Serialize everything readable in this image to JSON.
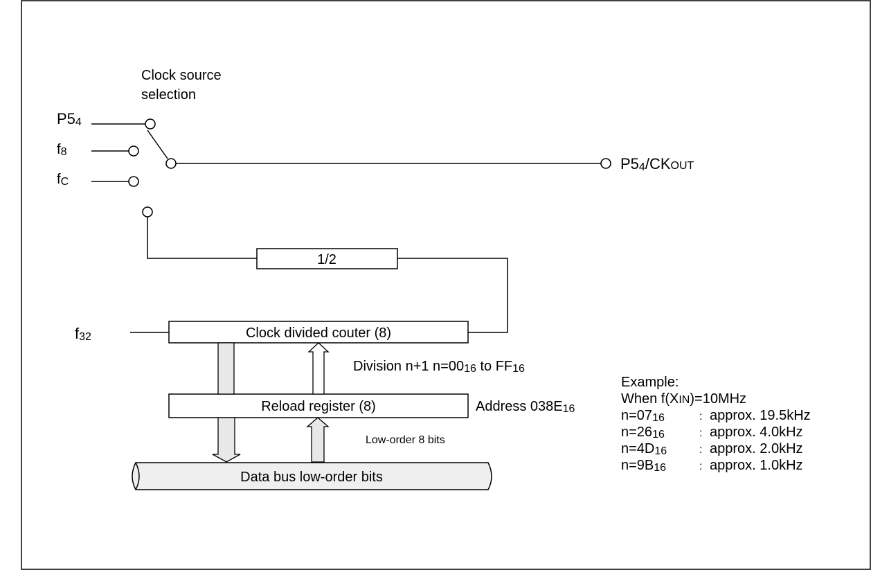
{
  "diagram": {
    "switch_title_line1": "Clock source",
    "switch_title_line2": "selection",
    "inputs": {
      "p54": {
        "base": "P5",
        "sub": "4"
      },
      "f8": {
        "base": "f",
        "sub": "8"
      },
      "fc": {
        "base": "f",
        "sub": "C"
      }
    },
    "output": {
      "p": "P5",
      "p_sub": "4",
      "slash_ck": "/CK",
      "out_sub": "OUT"
    },
    "divider_label": "1/2",
    "f32": {
      "base": "f",
      "sub": "32"
    },
    "counter_label": "Clock divided couter (8)",
    "division_text": {
      "a": "Division n+1  n=00",
      "a_sub": "16",
      "b": " to FF",
      "b_sub": "16"
    },
    "reload_label": "Reload register (8)",
    "address_text": {
      "a": "Address 038E",
      "a_sub": "16"
    },
    "low_order_label": "Low-order 8 bits",
    "databus_label": "Data bus low-order bits"
  },
  "example": {
    "title": "Example:",
    "condition": {
      "a": "When f(X",
      "sub": "IN",
      "b": ")=10MHz"
    },
    "rows": [
      {
        "n": "n=07",
        "sub": "16",
        "colon": ":",
        "freq": "approx. 19.5kHz"
      },
      {
        "n": "n=26",
        "sub": "16",
        "colon": ":",
        "freq": "approx. 4.0kHz"
      },
      {
        "n": "n=4D",
        "sub": "16",
        "colon": ":",
        "freq": "approx. 2.0kHz"
      },
      {
        "n": "n=9B",
        "sub": "16",
        "colon": ":",
        "freq": "approx. 1.0kHz"
      }
    ]
  }
}
